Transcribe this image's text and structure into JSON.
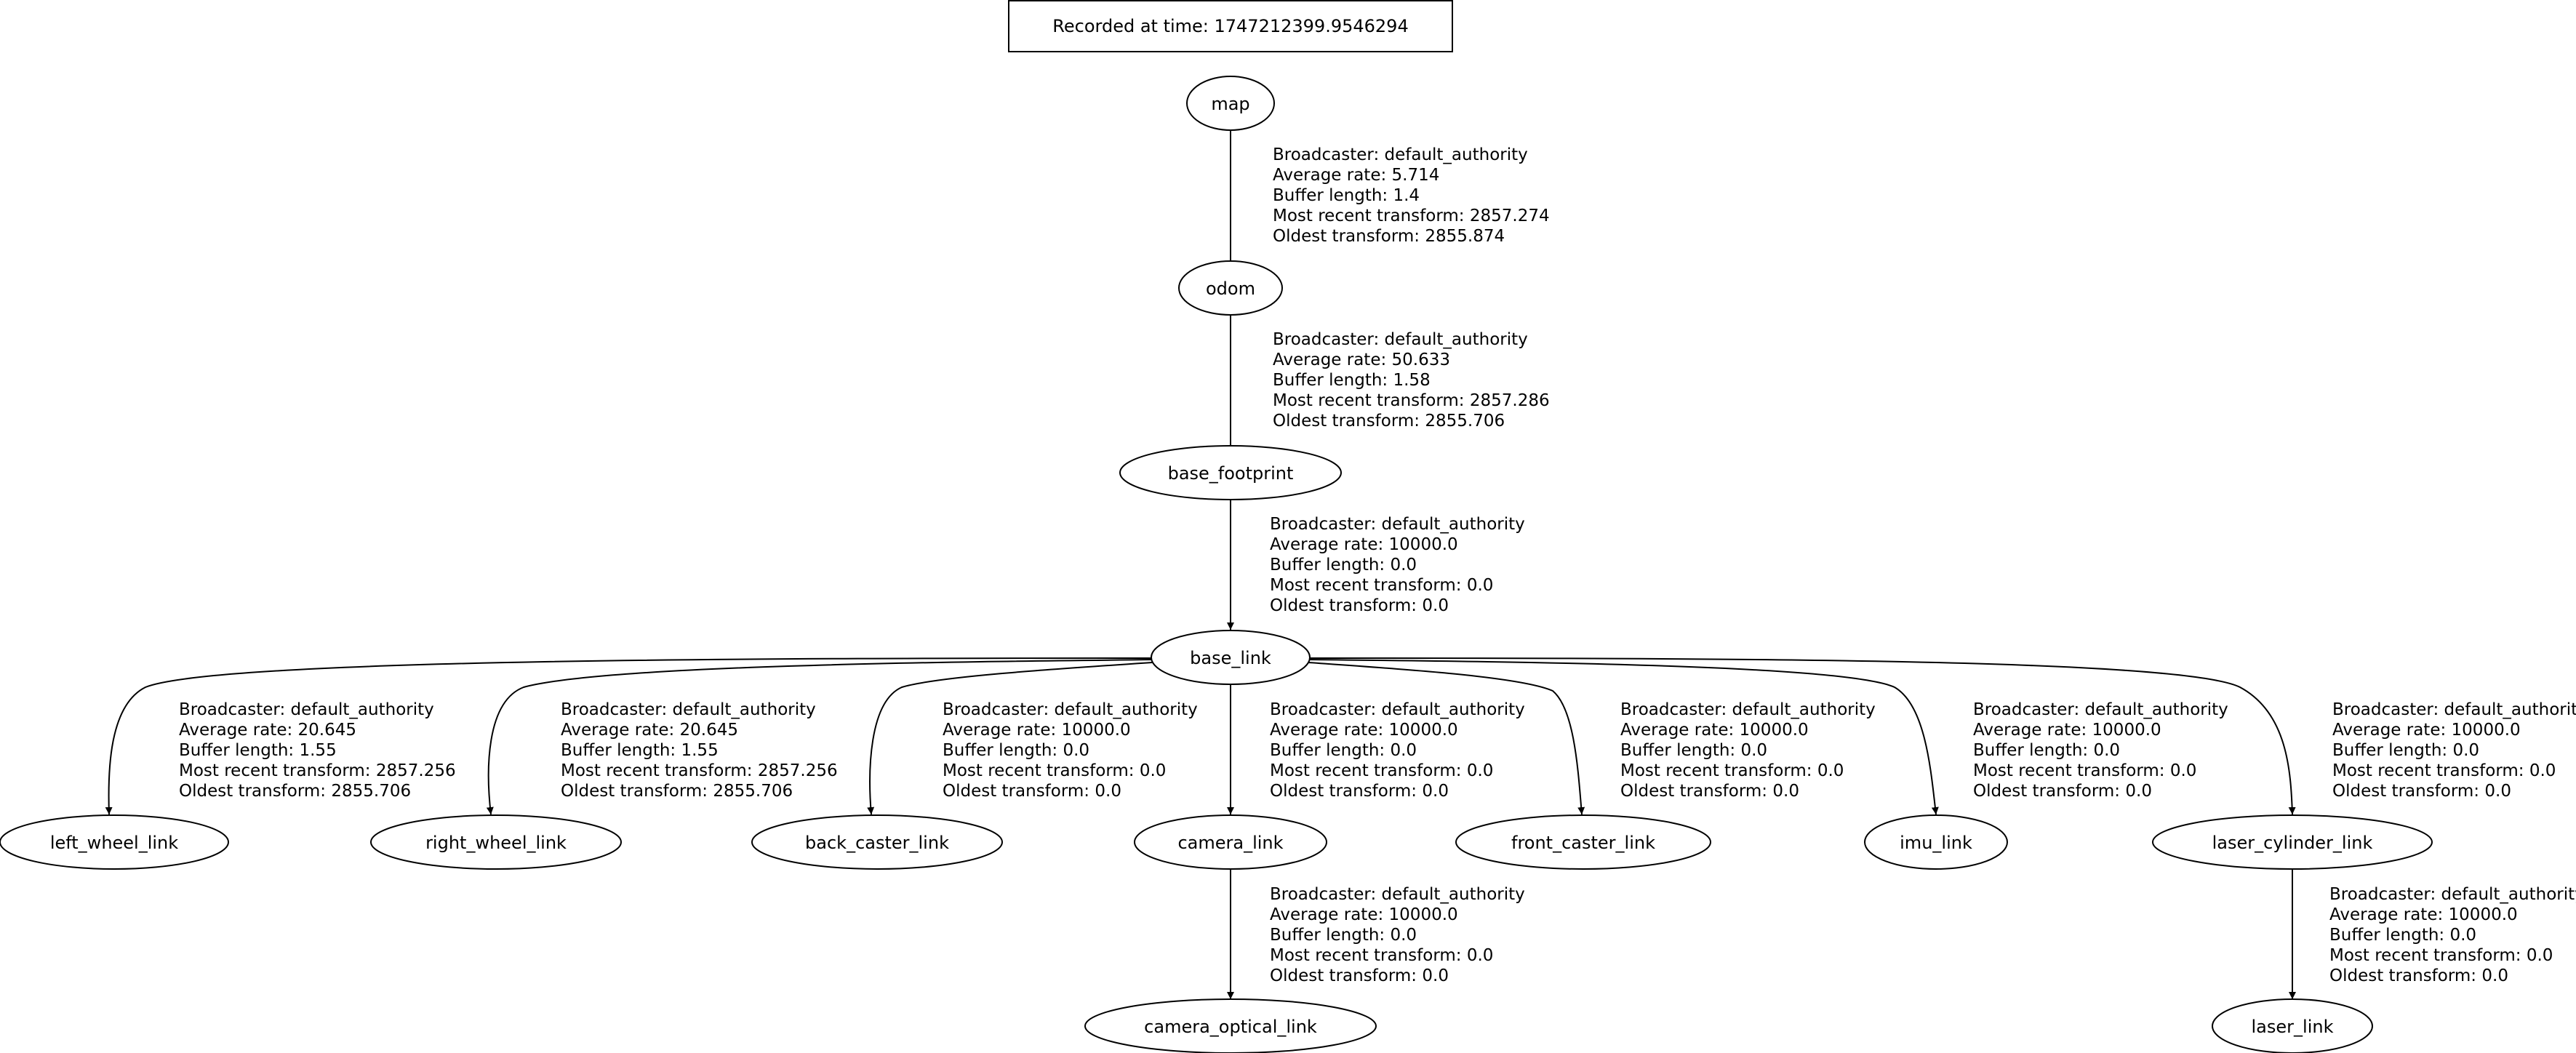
{
  "title": "Recorded at time: 1747212399.9546294",
  "nodes": {
    "map": "map",
    "odom": "odom",
    "base_footprint": "base_footprint",
    "base_link": "base_link",
    "left_wheel_link": "left_wheel_link",
    "right_wheel_link": "right_wheel_link",
    "back_caster_link": "back_caster_link",
    "camera_link": "camera_link",
    "front_caster_link": "front_caster_link",
    "imu_link": "imu_link",
    "laser_cylinder_link": "laser_cylinder_link",
    "camera_optical_link": "camera_optical_link",
    "laser_link": "laser_link"
  },
  "edges": {
    "map_odom": {
      "from": "map",
      "to": "odom",
      "lines": [
        "Broadcaster: default_authority",
        "Average rate: 5.714",
        "Buffer length: 1.4",
        "Most recent transform: 2857.274",
        "Oldest transform: 2855.874"
      ]
    },
    "odom_base_footprint": {
      "from": "odom",
      "to": "base_footprint",
      "lines": [
        "Broadcaster: default_authority",
        "Average rate: 50.633",
        "Buffer length: 1.58",
        "Most recent transform: 2857.286",
        "Oldest transform: 2855.706"
      ]
    },
    "base_footprint_base_link": {
      "from": "base_footprint",
      "to": "base_link",
      "lines": [
        "Broadcaster: default_authority",
        "Average rate: 10000.0",
        "Buffer length: 0.0",
        "Most recent transform: 0.0",
        "Oldest transform: 0.0"
      ]
    },
    "base_link_left_wheel_link": {
      "from": "base_link",
      "to": "left_wheel_link",
      "lines": [
        "Broadcaster: default_authority",
        "Average rate: 20.645",
        "Buffer length: 1.55",
        "Most recent transform: 2857.256",
        "Oldest transform: 2855.706"
      ]
    },
    "base_link_right_wheel_link": {
      "from": "base_link",
      "to": "right_wheel_link",
      "lines": [
        "Broadcaster: default_authority",
        "Average rate: 20.645",
        "Buffer length: 1.55",
        "Most recent transform: 2857.256",
        "Oldest transform: 2855.706"
      ]
    },
    "base_link_back_caster_link": {
      "from": "base_link",
      "to": "back_caster_link",
      "lines": [
        "Broadcaster: default_authority",
        "Average rate: 10000.0",
        "Buffer length: 0.0",
        "Most recent transform: 0.0",
        "Oldest transform: 0.0"
      ]
    },
    "base_link_camera_link": {
      "from": "base_link",
      "to": "camera_link",
      "lines": [
        "Broadcaster: default_authority",
        "Average rate: 10000.0",
        "Buffer length: 0.0",
        "Most recent transform: 0.0",
        "Oldest transform: 0.0"
      ]
    },
    "base_link_front_caster_link": {
      "from": "base_link",
      "to": "front_caster_link",
      "lines": [
        "Broadcaster: default_authority",
        "Average rate: 10000.0",
        "Buffer length: 0.0",
        "Most recent transform: 0.0",
        "Oldest transform: 0.0"
      ]
    },
    "base_link_imu_link": {
      "from": "base_link",
      "to": "imu_link",
      "lines": [
        "Broadcaster: default_authority",
        "Average rate: 10000.0",
        "Buffer length: 0.0",
        "Most recent transform: 0.0",
        "Oldest transform: 0.0"
      ]
    },
    "base_link_laser_cylinder_link": {
      "from": "base_link",
      "to": "laser_cylinder_link",
      "lines": [
        "Broadcaster: default_authority",
        "Average rate: 10000.0",
        "Buffer length: 0.0",
        "Most recent transform: 0.0",
        "Oldest transform: 0.0"
      ]
    },
    "camera_link_camera_optical_link": {
      "from": "camera_link",
      "to": "camera_optical_link",
      "lines": [
        "Broadcaster: default_authority",
        "Average rate: 10000.0",
        "Buffer length: 0.0",
        "Most recent transform: 0.0",
        "Oldest transform: 0.0"
      ]
    },
    "laser_cylinder_link_laser_link": {
      "from": "laser_cylinder_link",
      "to": "laser_link",
      "lines": [
        "Broadcaster: default_authority",
        "Average rate: 10000.0",
        "Buffer length: 0.0",
        "Most recent transform: 0.0",
        "Oldest transform: 0.0"
      ]
    }
  }
}
